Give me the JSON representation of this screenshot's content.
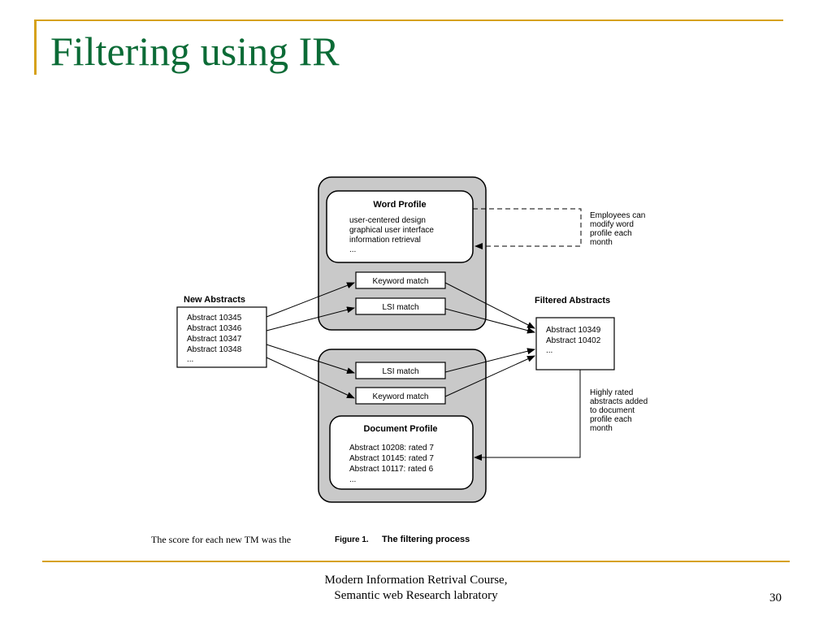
{
  "slide": {
    "title": "Filtering using IR",
    "footer_line1": "Modern Information Retrival Course,",
    "footer_line2": "Semantic web Research labratory",
    "page_number": "30"
  },
  "figure": {
    "word_profile": {
      "heading": "Word Profile",
      "items": [
        "user-centered design",
        "graphical user interface",
        "information retrieval",
        "..."
      ]
    },
    "employees_note": [
      "Employees can",
      "modify word",
      "profile each",
      "month"
    ],
    "new_abstracts": {
      "heading": "New Abstracts",
      "items": [
        "Abstract 10345",
        "Abstract 10346",
        "Abstract 10347",
        "Abstract 10348",
        "..."
      ]
    },
    "keyword_match_label": "Keyword match",
    "lsi_match_label": "LSI match",
    "filtered_abstracts": {
      "heading": "Filtered Abstracts",
      "items": [
        "Abstract 10349",
        "Abstract 10402",
        "..."
      ]
    },
    "highly_rated_note": [
      "Highly rated",
      "abstracts added",
      "to document",
      "profile each",
      "month"
    ],
    "document_profile": {
      "heading": "Document Profile",
      "items": [
        "Abstract 10208: rated 7",
        "Abstract 10145: rated 7",
        "Abstract 10117: rated 6",
        "..."
      ]
    },
    "caption_fragment": "The score for each new TM was the",
    "caption_label": "Figure 1.",
    "caption_text": "The filtering process"
  },
  "colors": {
    "accent_rule": "#d6a11b",
    "title": "#0b6b36",
    "panel_fill": "#c9c9c9"
  }
}
